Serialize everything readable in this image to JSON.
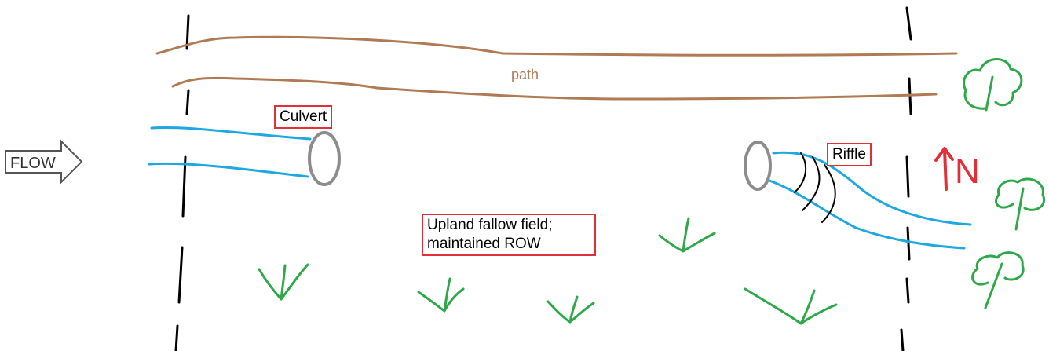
{
  "labels": {
    "path": "path",
    "culvert": "Culvert",
    "riffle": "Riffle",
    "field": "Upland fallow field;\nmaintained ROW",
    "flow": "FLOW",
    "north": "N"
  },
  "colors": {
    "path": "#b07a55",
    "stream": "#1ea7e1",
    "culvert": "#8c8c8c",
    "boundary": "#000000",
    "vegetation": "#2ea84a",
    "tree": "#2ea84a",
    "label_border": "#e0303a",
    "north_arrow": "#e0303a"
  },
  "icons": {
    "flow": "flow-arrow-icon",
    "north": "north-arrow-icon",
    "tree": "tree-icon",
    "grass": "grass-tuft-icon"
  }
}
